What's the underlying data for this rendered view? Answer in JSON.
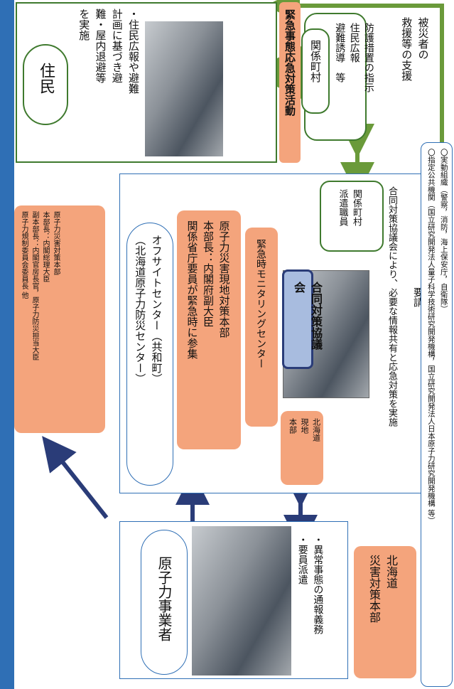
{
  "colors": {
    "blue": "#2f6fb5",
    "green": "#6a9a3a",
    "salmon": "#f4a47c",
    "dark_green": "#3f7a2e",
    "navy": "#2a3c78"
  },
  "hq": {
    "title": "原子力災害対策本部",
    "chief": "本部長：内閣総理大臣",
    "deputy": "副本部長：内閣官房長官，原子力防災担当大臣",
    "member": "原子力規制委員会委員長 他"
  },
  "offsite": {
    "name": "オフサイトセンター（共和町）",
    "sub": "（北海道原子力防災センター）"
  },
  "local_hq": {
    "line1": "原子力災害現地対策本部",
    "line2": "本部長：内閣府副大臣",
    "line3": "関係省庁要員が緊急時に参集"
  },
  "monitoring": "緊急時モニタリングセンター",
  "joint": {
    "title": "合同対策協議会",
    "note": "合同対策協議会により、必要な情報共有と応急対策を実施"
  },
  "municipal_staff": {
    "line1": "関係町村",
    "line2": "派遣職員"
  },
  "hokkaido_local": {
    "line1": "北海道",
    "line2": "現地",
    "line3": "本部"
  },
  "request": "要請",
  "operator": {
    "title": "原子力事業者",
    "item1": "・異常事態の通報義務",
    "item2": "・要員派遣"
  },
  "hokkaido_hq": {
    "line1": "北海道",
    "line2": "災害対策本部"
  },
  "residents": {
    "title": "住民",
    "line1": "・住民広報や避難",
    "line2": "計画に基づき避",
    "line3": "難・屋内退避等",
    "line4": "を実施"
  },
  "emergency": "緊急事態応急対策活動",
  "municipality": {
    "title": "関係町村",
    "line1": "防護措置の指示",
    "line2": "住民広報",
    "line3": "避難誘導　等"
  },
  "support": {
    "line1": "被災者の",
    "line2": "救援等の支援"
  },
  "orgs": {
    "line1": "〇実動組織（警察，消防，海上保安庁，自衛隊）",
    "line2": "〇指定公共機関（国立研究開発法人量子科学技術研究開発機構，国立研究開発法人日本原子力研究開発機構 等）"
  }
}
